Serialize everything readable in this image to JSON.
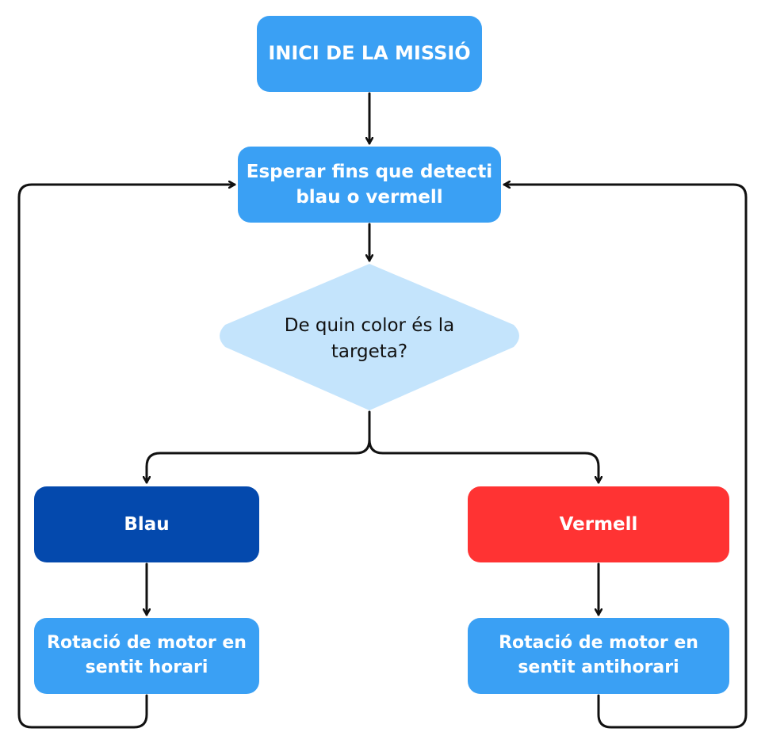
{
  "nodes": {
    "start": "INICI DE LA MISSIÓ",
    "wait": "Esperar fins que detecti blau o vermell",
    "decision": "De quin color és la targeta?",
    "blue": "Blau",
    "red": "Vermell",
    "rotation_clockwise": "Rotació de motor en sentit horari",
    "rotation_counterclockwise": "Rotació de motor en sentit antihorari"
  },
  "colors": {
    "process": "#3aa0f4",
    "decision": "#c4e4fc",
    "blue": "#0449ad",
    "red": "#ff3333",
    "connector": "#111111"
  }
}
